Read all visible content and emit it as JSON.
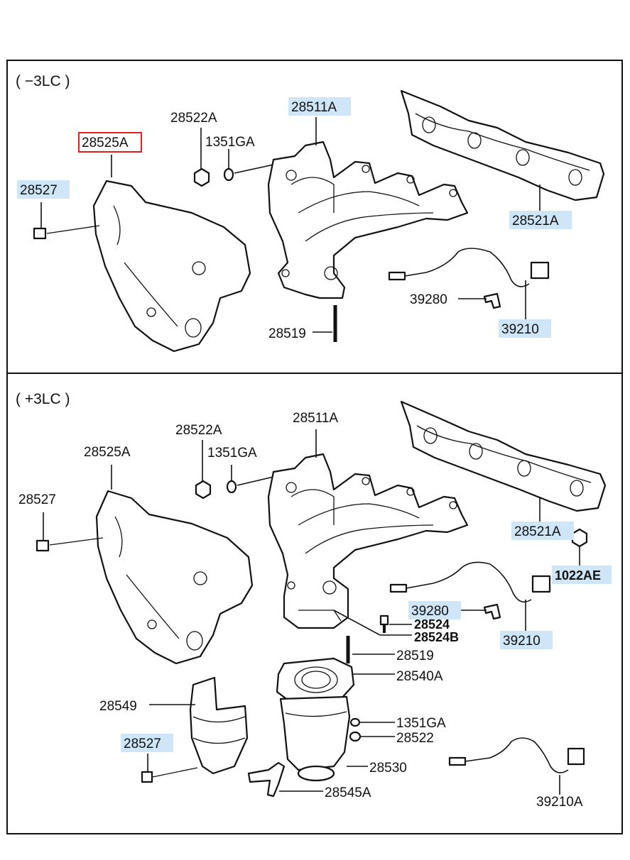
{
  "sections": [
    {
      "header": "( −3LC )"
    },
    {
      "header": "( +3LC )"
    }
  ],
  "labels": {
    "top": {
      "l28522A": "28522A",
      "l1351GA": "1351GA",
      "l28511A": "28511A",
      "l28525A": "28525A",
      "l28527": "28527",
      "l28521A": "28521A",
      "l39280": "39280",
      "l28519": "28519",
      "l39210": "39210"
    },
    "bottom": {
      "l28522A": "28522A",
      "l1351GA": "1351GA",
      "l28511A": "28511A",
      "l28525A": "28525A",
      "l28527": "28527",
      "l28521A": "28521A",
      "l1022AE": "1022AE",
      "l39280": "39280",
      "l28524": "28524",
      "l28524B": "28524B",
      "l39210": "39210",
      "l28519": "28519",
      "l28540A": "28540A",
      "l28549": "28549",
      "l1351GA2": "1351GA",
      "l28522": "28522",
      "l28527b": "28527",
      "l28530": "28530",
      "l28545A": "28545A",
      "l39210A": "39210A"
    }
  },
  "colors": {
    "highlight": "#cfe6f8",
    "selected_border": "#e02020"
  }
}
